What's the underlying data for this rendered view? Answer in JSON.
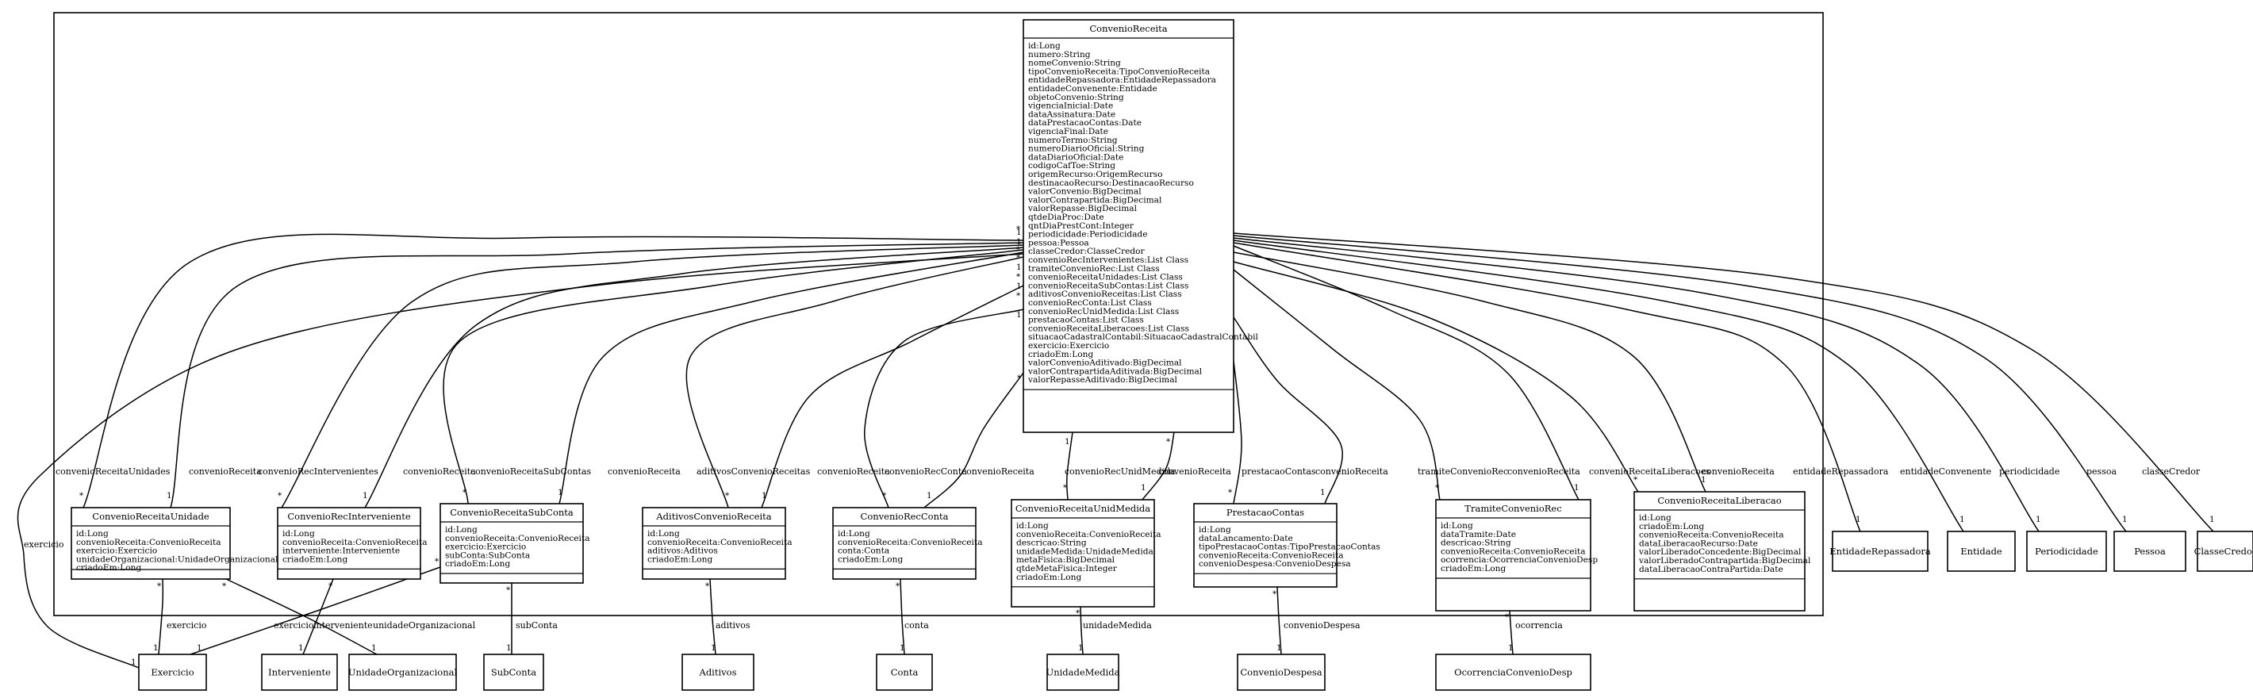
{
  "classes": [
    {
      "id": "cr",
      "name": "ConvenioReceita",
      "attrs": [
        "id:Long",
        "numero:String",
        "nomeConvenio:String",
        "tipoConvenioReceita:TipoConvenioReceita",
        "entidadeRepassadora:EntidadeRepassadora",
        "entidadeConvenente:Entidade",
        "objetoConvenio:String",
        "vigenciaInicial:Date",
        "dataAssinatura:Date",
        "dataPrestacaoContas:Date",
        "vigenciaFinal:Date",
        "numeroTermo:String",
        "numeroDiarioOficial:String",
        "dataDiarioOficial:Date",
        "codigoCafToe:String",
        "origemRecurso:OrigemRecurso",
        "destinacaoRecurso:DestinacaoRecurso",
        "valorConvenio:BigDecimal",
        "valorContrapartida:BigDecimal",
        "valorRepasse:BigDecimal",
        "qtdeDiaProc:Date",
        "qntDiaPrestCont:Integer",
        "periodicidade:Periodicidade",
        "pessoa:Pessoa",
        "classeCredor:ClasseCredor",
        "convenioRecIntervenientes:List Class",
        "tramiteConvenioRec:List Class",
        "convenioReceitaUnidades:List Class",
        "convenioReceitaSubContas:List Class",
        "aditivosConvenioReceitas:List Class",
        "convenioRecConta:List Class",
        "convenioRecUnidMedida:List Class",
        "prestacaoContas:List Class",
        "convenioReceitaLiberacoes:List Class",
        "situacaoCadastralContabil:SituacaoCadastralContabil",
        "exercicio:Exercicio",
        "criadoEm:Long",
        "valorConvenioAditivado:BigDecimal",
        "valorContrapartidaAditivada:BigDecimal",
        "valorRepasseAditivado:BigDecimal"
      ]
    },
    {
      "id": "cru",
      "name": "ConvenioReceitaUnidade",
      "attrs": [
        "id:Long",
        "convenioReceita:ConvenioReceita",
        "exercicio:Exercicio",
        "unidadeOrganizacional:UnidadeOrganizacional",
        "criadoEm:Long"
      ]
    },
    {
      "id": "cri",
      "name": "ConvenioRecInterveniente",
      "attrs": [
        "id:Long",
        "convenioReceita:ConvenioReceita",
        "interveniente:Interveniente",
        "criadoEm:Long"
      ]
    },
    {
      "id": "crs",
      "name": "ConvenioReceitaSubConta",
      "attrs": [
        "id:Long",
        "convenioReceita:ConvenioReceita",
        "exercicio:Exercicio",
        "subConta:SubConta",
        "criadoEm:Long"
      ]
    },
    {
      "id": "acr",
      "name": "AditivosConvenioReceita",
      "attrs": [
        "id:Long",
        "convenioReceita:ConvenioReceita",
        "aditivos:Aditivos",
        "criadoEm:Long"
      ]
    },
    {
      "id": "crc",
      "name": "ConvenioRecConta",
      "attrs": [
        "id:Long",
        "convenioReceita:ConvenioReceita",
        "conta:Conta",
        "criadoEm:Long"
      ]
    },
    {
      "id": "crum",
      "name": "ConvenioReceitaUnidMedida",
      "attrs": [
        "id:Long",
        "convenioReceita:ConvenioReceita",
        "descricao:String",
        "unidadeMedida:UnidadeMedida",
        "metaFisica:BigDecimal",
        "qtdeMetaFisica:Integer",
        "criadoEm:Long"
      ]
    },
    {
      "id": "pc",
      "name": "PrestacaoContas",
      "attrs": [
        "id:Long",
        "dataLancamento:Date",
        "tipoPrestacaoContas:TipoPrestacaoContas",
        "convenioReceita:ConvenioReceita",
        "convenioDespesa:ConvenioDespesa"
      ]
    },
    {
      "id": "tcr",
      "name": "TramiteConvenioRec",
      "attrs": [
        "id:Long",
        "dataTramite:Date",
        "descricao:String",
        "convenioReceita:ConvenioReceita",
        "ocorrencia:OcorrenciaConvenioDesp",
        "criadoEm:Long"
      ]
    },
    {
      "id": "crl",
      "name": "ConvenioReceitaLiberacao",
      "attrs": [
        "id:Long",
        "criadoEm:Long",
        "convenioReceita:ConvenioReceita",
        "dataLiberacaoRecurso:Date",
        "valorLiberadoConcedente:BigDecimal",
        "valorLiberadoContrapartida:BigDecimal",
        "dataLiberacaoContraPartida:Date"
      ]
    },
    {
      "id": "er",
      "name": "EntidadeRepassadora",
      "attrs": []
    },
    {
      "id": "ent",
      "name": "Entidade",
      "attrs": []
    },
    {
      "id": "per",
      "name": "Periodicidade",
      "attrs": []
    },
    {
      "id": "pes",
      "name": "Pessoa",
      "attrs": []
    },
    {
      "id": "cc",
      "name": "ClasseCredor",
      "attrs": []
    },
    {
      "id": "exe",
      "name": "Exercicio",
      "attrs": []
    },
    {
      "id": "int",
      "name": "Interveniente",
      "attrs": []
    },
    {
      "id": "uo",
      "name": "UnidadeOrganizacional",
      "attrs": []
    },
    {
      "id": "sc",
      "name": "SubConta",
      "attrs": []
    },
    {
      "id": "adi",
      "name": "Aditivos",
      "attrs": []
    },
    {
      "id": "con",
      "name": "Conta",
      "attrs": []
    },
    {
      "id": "um",
      "name": "UnidadeMedida",
      "attrs": []
    },
    {
      "id": "cd",
      "name": "ConvenioDespesa",
      "attrs": []
    },
    {
      "id": "ocd",
      "name": "OcorrenciaConvenioDesp",
      "attrs": []
    }
  ],
  "edges": [
    {
      "id": "cr-cru-1",
      "label": "convenioReceitaUnidades",
      "m1": "1",
      "m2": "*"
    },
    {
      "id": "cr-cru-2",
      "label": "convenioReceita",
      "m1": "*",
      "m2": "1"
    },
    {
      "id": "cr-cri-1",
      "label": "convenioRecIntervenientes",
      "m1": "1",
      "m2": "*"
    },
    {
      "id": "cr-cri-2",
      "label": "convenioReceita",
      "m1": "*",
      "m2": "1"
    },
    {
      "id": "cr-crs-1",
      "label": "convenioReceitaSubContas",
      "m1": "1",
      "m2": "*"
    },
    {
      "id": "cr-crs-2",
      "label": "convenioReceita",
      "m1": "*",
      "m2": "1"
    },
    {
      "id": "cr-acr-1",
      "label": "aditivosConvenioReceitas",
      "m1": "1",
      "m2": "*"
    },
    {
      "id": "cr-acr-2",
      "label": "convenioReceita",
      "m1": "*",
      "m2": "1"
    },
    {
      "id": "cr-crc-1",
      "label": "convenioRecConta",
      "m1": "1",
      "m2": "*"
    },
    {
      "id": "cr-crc-2",
      "label": "convenioReceita",
      "m1": "*",
      "m2": "1"
    },
    {
      "id": "cr-crum-1",
      "label": "convenioRecUnidMedida",
      "m1": "1",
      "m2": "*"
    },
    {
      "id": "cr-crum-2",
      "label": "convenioReceita",
      "m1": "*",
      "m2": "1"
    },
    {
      "id": "cr-pc-1",
      "label": "prestacaoContas",
      "m1": "1",
      "m2": "*"
    },
    {
      "id": "cr-pc-2",
      "label": "convenioReceita",
      "m1": "*",
      "m2": "1"
    },
    {
      "id": "cr-tcr-1",
      "label": "tramiteConvenioRec",
      "m1": "1",
      "m2": "*"
    },
    {
      "id": "cr-tcr-2",
      "label": "convenioReceita",
      "m1": "*",
      "m2": "1"
    },
    {
      "id": "cr-crl-1",
      "label": "convenioReceitaLiberacoes",
      "m1": "1",
      "m2": "*"
    },
    {
      "id": "cr-crl-2",
      "label": "convenioReceita",
      "m1": "*",
      "m2": "1"
    },
    {
      "id": "cr-er",
      "label": "entidadeRepassadora",
      "m1": "*",
      "m2": "1"
    },
    {
      "id": "cr-ent",
      "label": "entidadeConvenente",
      "m1": "*",
      "m2": "1"
    },
    {
      "id": "cr-per",
      "label": "periodicidade",
      "m1": "*",
      "m2": "1"
    },
    {
      "id": "cr-pes",
      "label": "pessoa",
      "m1": "*",
      "m2": "1"
    },
    {
      "id": "cr-cc",
      "label": "classeCredor",
      "m1": "*",
      "m2": "1"
    },
    {
      "id": "cr-exe",
      "label": "exercicio",
      "m1": "*",
      "m2": "1"
    },
    {
      "id": "cru-exe",
      "label": "exercicio",
      "m1": "*",
      "m2": "1"
    },
    {
      "id": "cru-uo",
      "label": "unidadeOrganizacional",
      "m1": "*",
      "m2": "1"
    },
    {
      "id": "cri-int",
      "label": "interveniente",
      "m1": "*",
      "m2": "1"
    },
    {
      "id": "crs-exe",
      "label": "exercicio",
      "m1": "*",
      "m2": "1"
    },
    {
      "id": "crs-sc",
      "label": "subConta",
      "m1": "*",
      "m2": "1"
    },
    {
      "id": "acr-adi",
      "label": "aditivos",
      "m1": "*",
      "m2": "1"
    },
    {
      "id": "crc-con",
      "label": "conta",
      "m1": "*",
      "m2": "1"
    },
    {
      "id": "crum-um",
      "label": "unidadeMedida",
      "m1": "*",
      "m2": "1"
    },
    {
      "id": "pc-cd",
      "label": "convenioDespesa",
      "m1": "*",
      "m2": "1"
    },
    {
      "id": "tcr-ocd",
      "label": "ocorrencia",
      "m1": "*",
      "m2": "1"
    }
  ]
}
